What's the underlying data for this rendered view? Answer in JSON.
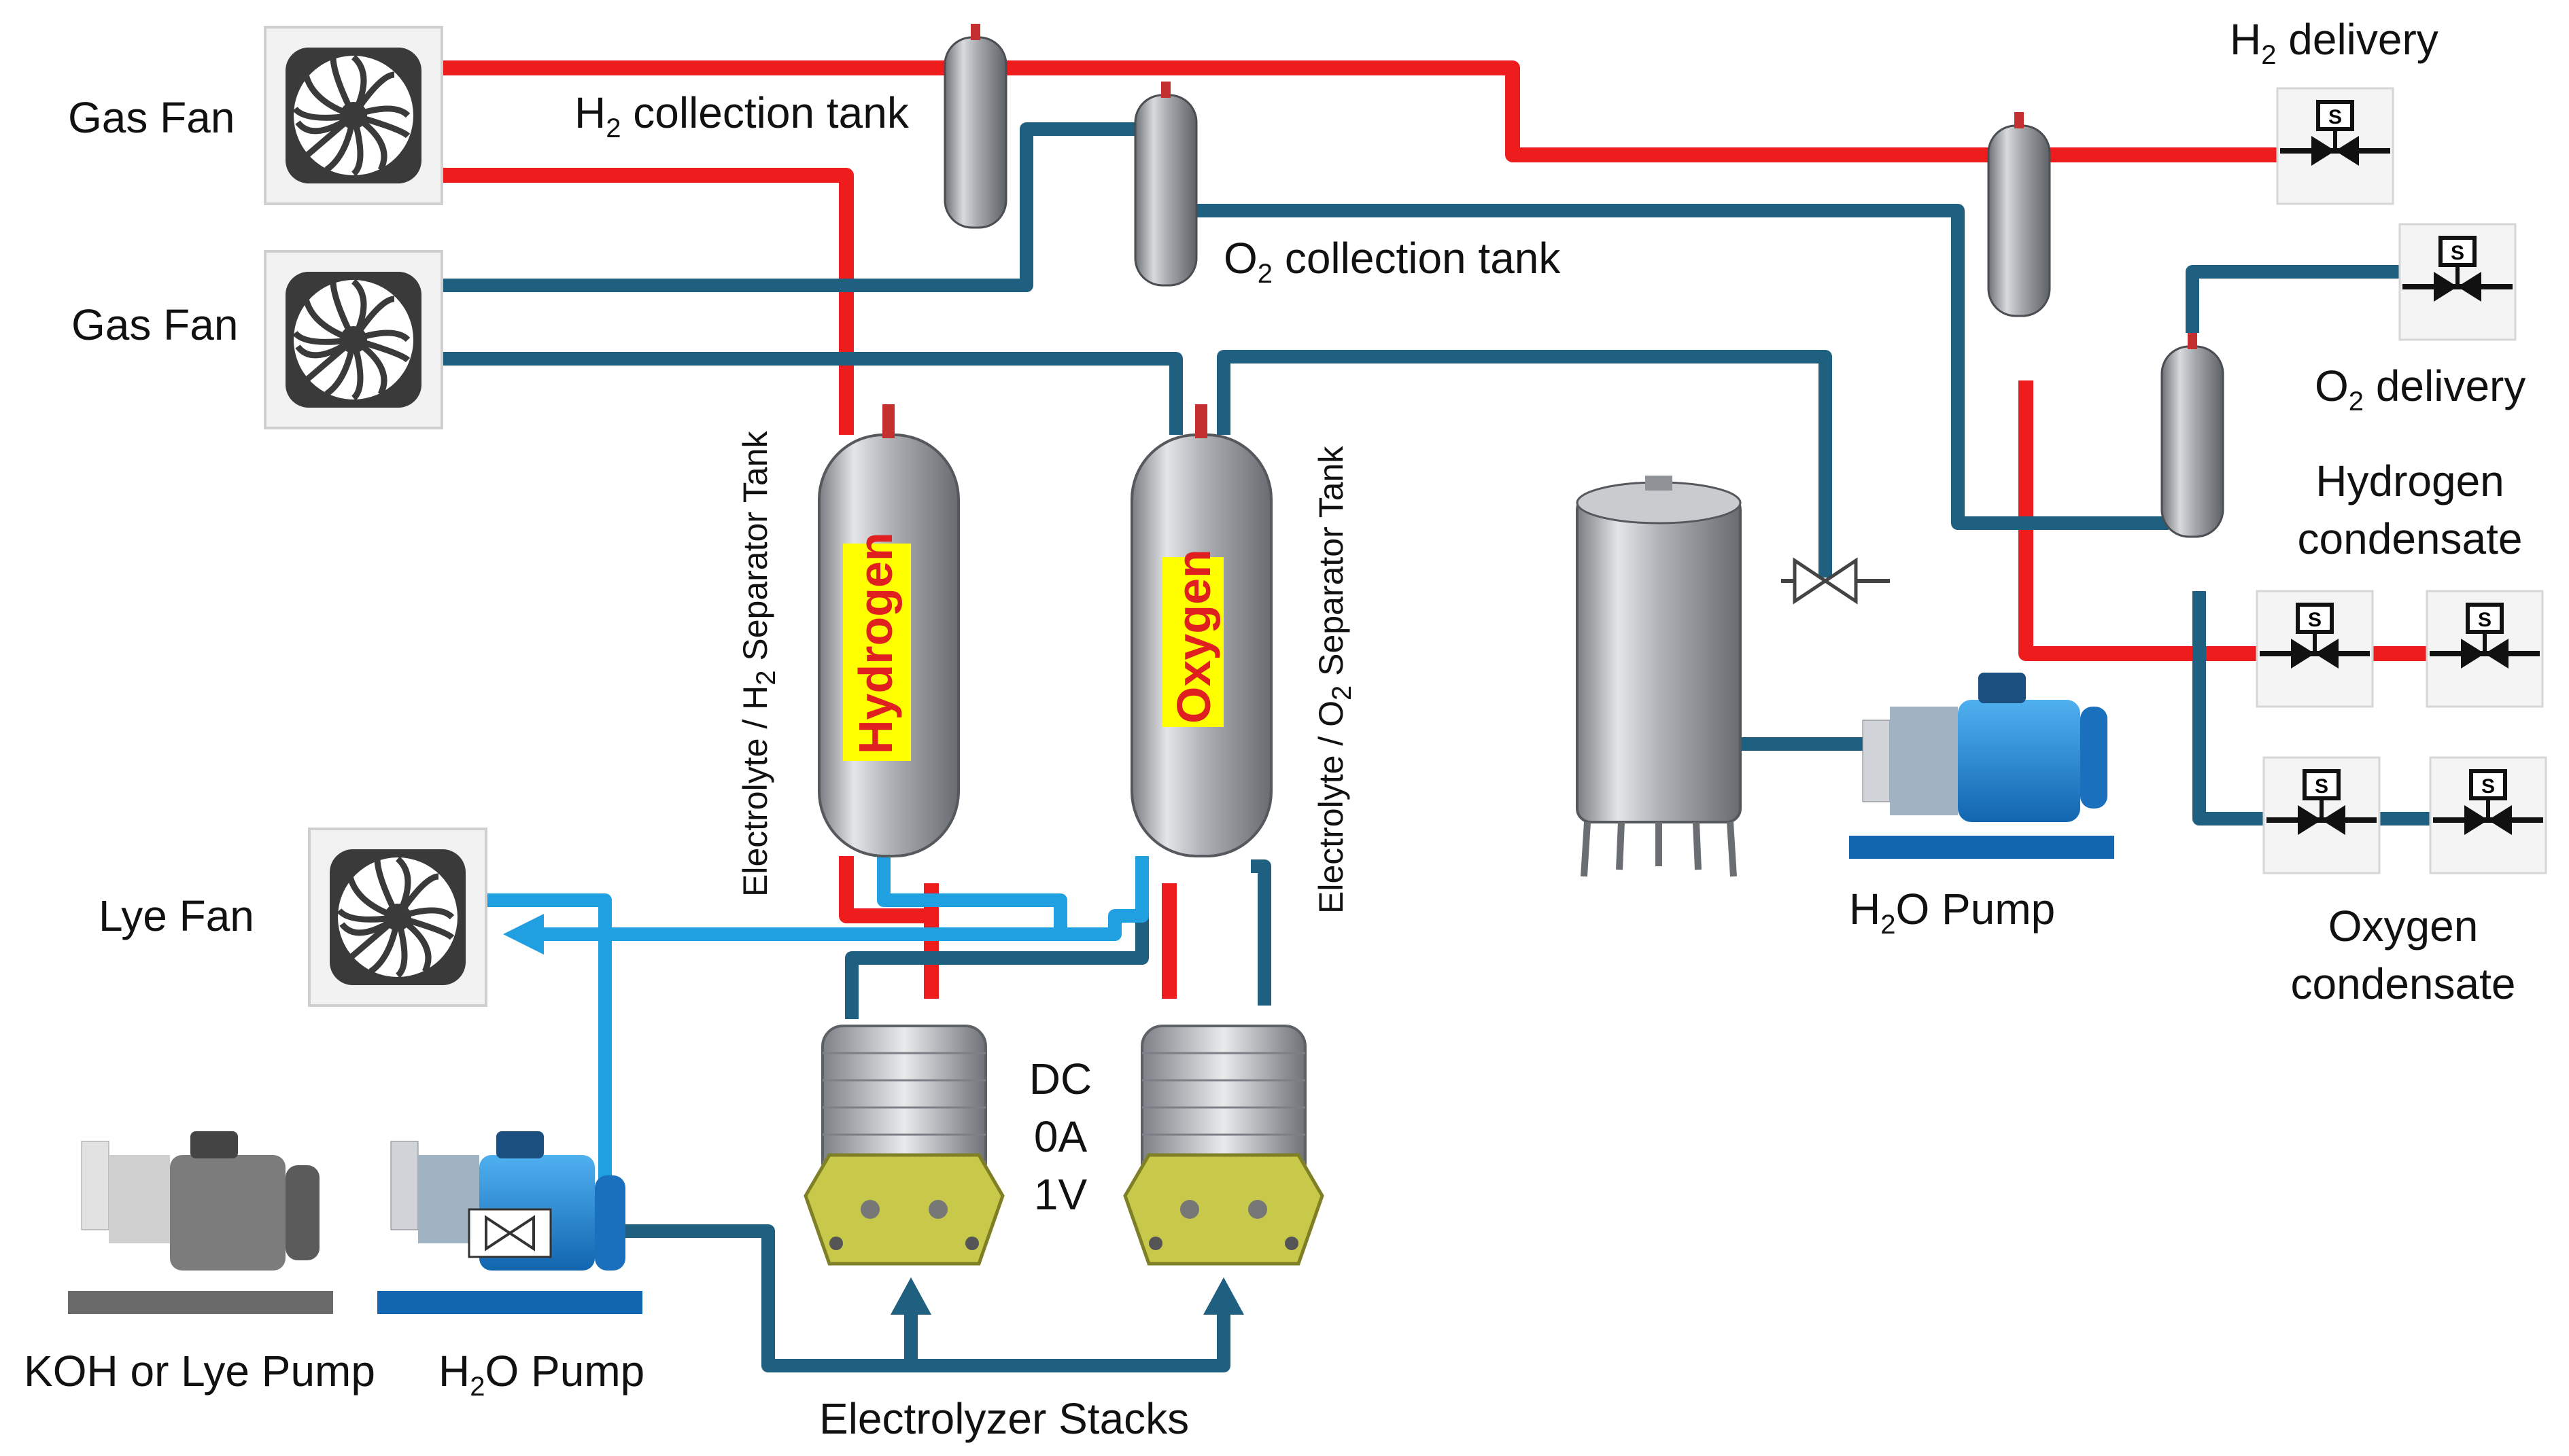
{
  "labels": {
    "gas_fan_top": "Gas Fan",
    "gas_fan_bottom": "Gas Fan",
    "lye_fan": "Lye Fan",
    "h2_collection_tank": [
      "H",
      "2",
      " collection tank"
    ],
    "o2_collection_tank": [
      "O",
      "2",
      " collection tank"
    ],
    "h2_separator_tank": [
      "Electrolyte / H",
      "2",
      " Separator Tank"
    ],
    "o2_separator_tank": [
      "Electrolyte / O",
      "2",
      " Separator Tank"
    ],
    "hydrogen_tank_text": "Hydrogen",
    "oxygen_tank_text": "Oxygen",
    "h2_delivery": [
      "H",
      "2",
      " delivery"
    ],
    "o2_delivery": [
      "O",
      "2",
      " delivery"
    ],
    "hydrogen_condensate": [
      "Hydrogen",
      "condensate"
    ],
    "oxygen_condensate": [
      "Oxygen",
      "condensate"
    ],
    "h2o_pump_right": [
      "H",
      "2",
      "O Pump"
    ],
    "h2o_pump_left": [
      "H",
      "2",
      "O Pump"
    ],
    "koh_pump": "KOH or Lye Pump",
    "electrolyzer_stacks": "Electrolyzer Stacks",
    "dc_readout": [
      "DC",
      "0A",
      "1V"
    ],
    "valve_s_marker": "S"
  },
  "colors": {
    "hydrogen_line": "#ee1c1c",
    "oxygen_line": "#1f5f7f",
    "lye_line": "#20a0e0",
    "tank_highlight": "#ffff00",
    "tank_text": "#e02020",
    "steel": "#9a9ea3",
    "pump_blue": "#1e88d8",
    "stack_yellow": "#c8c84a"
  },
  "icons": [
    "fan-icon",
    "solenoid-valve-icon",
    "manual-valve-icon",
    "pump-icon",
    "tank-icon",
    "electrolyzer-stack-icon"
  ]
}
